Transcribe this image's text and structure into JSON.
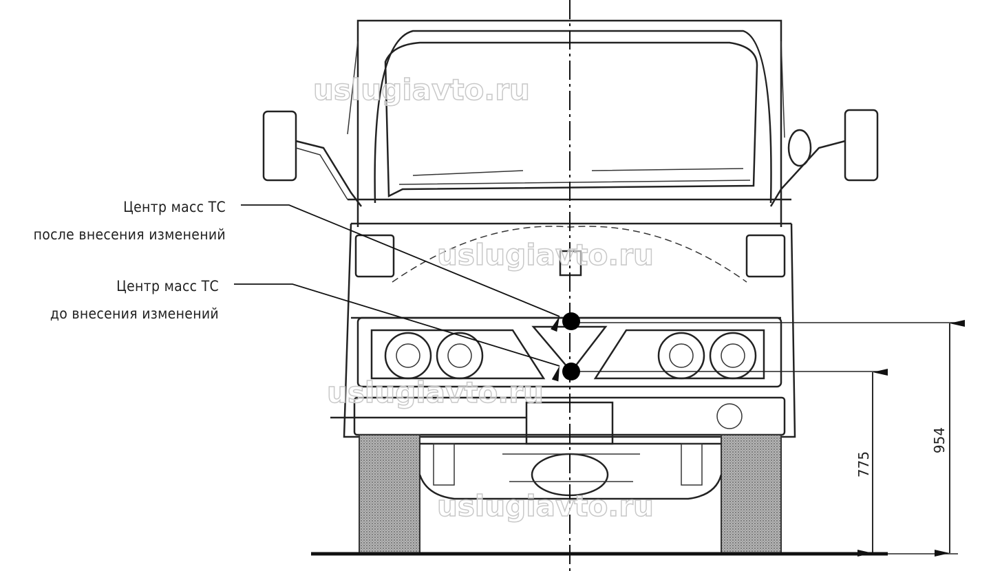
{
  "labels": {
    "after": {
      "line1": "Центр масс ТС",
      "line2": "после внесения изменений"
    },
    "before": {
      "line1": "Центр масс ТС",
      "line2": "до внесения изменений"
    }
  },
  "dimensions": {
    "center_after_height": "954",
    "center_before_height": "775"
  },
  "watermark": "uslugiavto.ru",
  "colors": {
    "line": "#222222",
    "wheel": "#9a9a9a",
    "watermark_stroke": "#c8c8c8"
  }
}
